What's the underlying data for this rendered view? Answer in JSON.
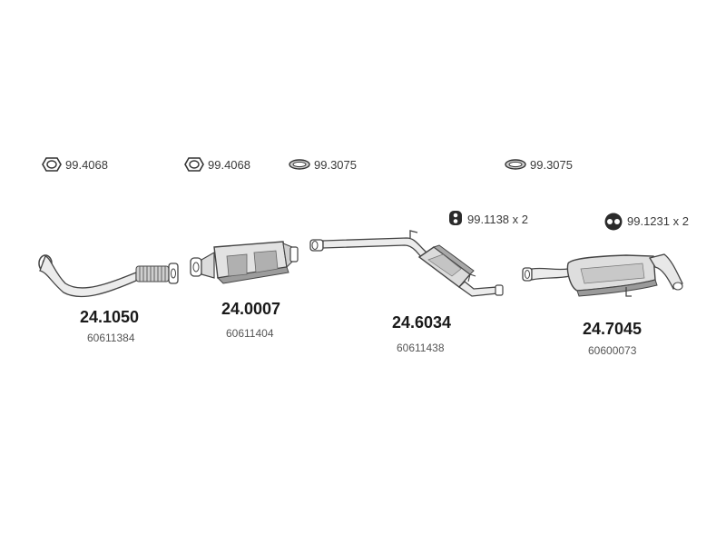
{
  "accessories": {
    "gasket_1": "99.4068",
    "gasket_2": "99.4068",
    "clamp_ring_1": "99.3075",
    "clamp_ring_2": "99.3075",
    "rubber_mount_1": "99.1138 x 2",
    "rubber_mount_2": "99.1231 x 2"
  },
  "parts": [
    {
      "number": "24.1050",
      "oem": "60611384"
    },
    {
      "number": "24.0007",
      "oem": "60611404"
    },
    {
      "number": "24.6034",
      "oem": "60611438"
    },
    {
      "number": "24.7045",
      "oem": "60600073"
    }
  ],
  "colors": {
    "line": "#444444",
    "fill_light": "#e6e6e6",
    "fill_mid": "#b8b8b8",
    "fill_dark": "#8a8a8a"
  }
}
